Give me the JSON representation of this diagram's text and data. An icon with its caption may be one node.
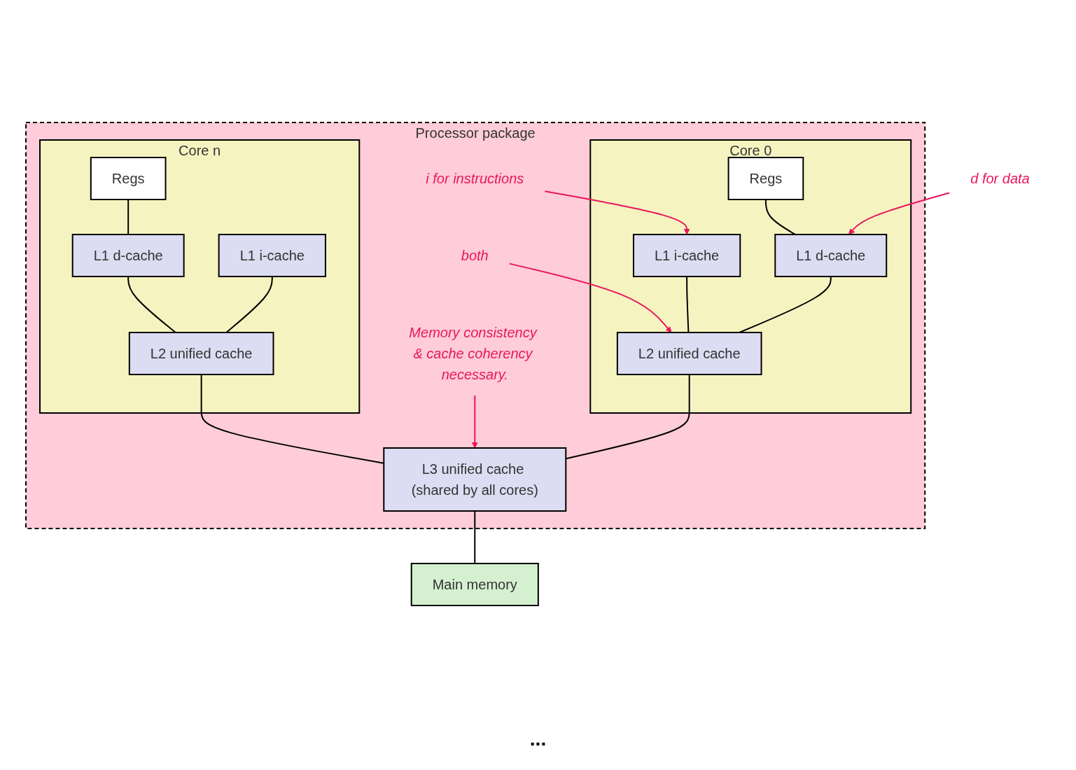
{
  "diagram": {
    "nodes": [
      {
        "text": [
          "Processor package"
        ]
      },
      {
        "text": [
          "Core 0"
        ],
        "in": 0
      },
      {
        "text": [
          "Regs"
        ],
        "in": 1
      },
      {
        "text": [
          "L1 d-cache"
        ],
        "in": 1
      },
      {
        "text": [
          "L1 i-cache"
        ],
        "in": 1
      },
      {
        "text": [
          "L2 unified cache"
        ],
        "in": 1
      },
      {
        "text": [
          "Core n"
        ],
        "in": 0
      },
      {
        "text": [
          "Regs"
        ],
        "in": 6
      },
      {
        "text": [
          "L1 d-cache"
        ],
        "in": 6
      },
      {
        "text": [
          "L1 i-cache"
        ],
        "in": 6
      },
      {
        "text": [
          "L2 unified cache"
        ],
        "in": 6
      },
      {
        "text": [
          "L3 unified cache (shared by all cores)"
        ],
        "in": 0
      },
      {
        "text": [
          "Main memory"
        ]
      },
      {
        "text": [
          "d for data"
        ]
      },
      {
        "text": [
          "i for instructions"
        ],
        "in": 0
      },
      {
        "text": [
          "both"
        ],
        "in": 0
      },
      {
        "text": [
          "Memory consistency & cache coherency necessary."
        ],
        "in": 0
      }
    ],
    "edges": [
      {
        "from": 2,
        "to": 3,
        "arrow": "none"
      },
      {
        "from": 3,
        "to": 5,
        "arrow": "none"
      },
      {
        "from": 4,
        "to": 5,
        "arrow": "none"
      },
      {
        "from": 5,
        "to": 11,
        "arrow": "none"
      },
      {
        "from": 7,
        "to": 8,
        "arrow": "none"
      },
      {
        "from": 8,
        "to": 10,
        "arrow": "none"
      },
      {
        "from": 9,
        "to": 10,
        "arrow": "none"
      },
      {
        "from": 10,
        "to": 11,
        "arrow": "none"
      },
      {
        "from": 11,
        "to": 12,
        "arrow": "none"
      },
      {
        "from": 13,
        "to": 3,
        "arrow": "to",
        "color": "#e8175d"
      },
      {
        "from": 14,
        "to": 4,
        "arrow": "to",
        "color": "#e8175d"
      },
      {
        "from": 15,
        "to": 5,
        "arrow": "to",
        "color": "#e8175d"
      },
      {
        "from": 16,
        "to": 11,
        "arrow": "to",
        "color": "#e8175d"
      }
    ],
    "labels": [
      "..."
    ]
  }
}
